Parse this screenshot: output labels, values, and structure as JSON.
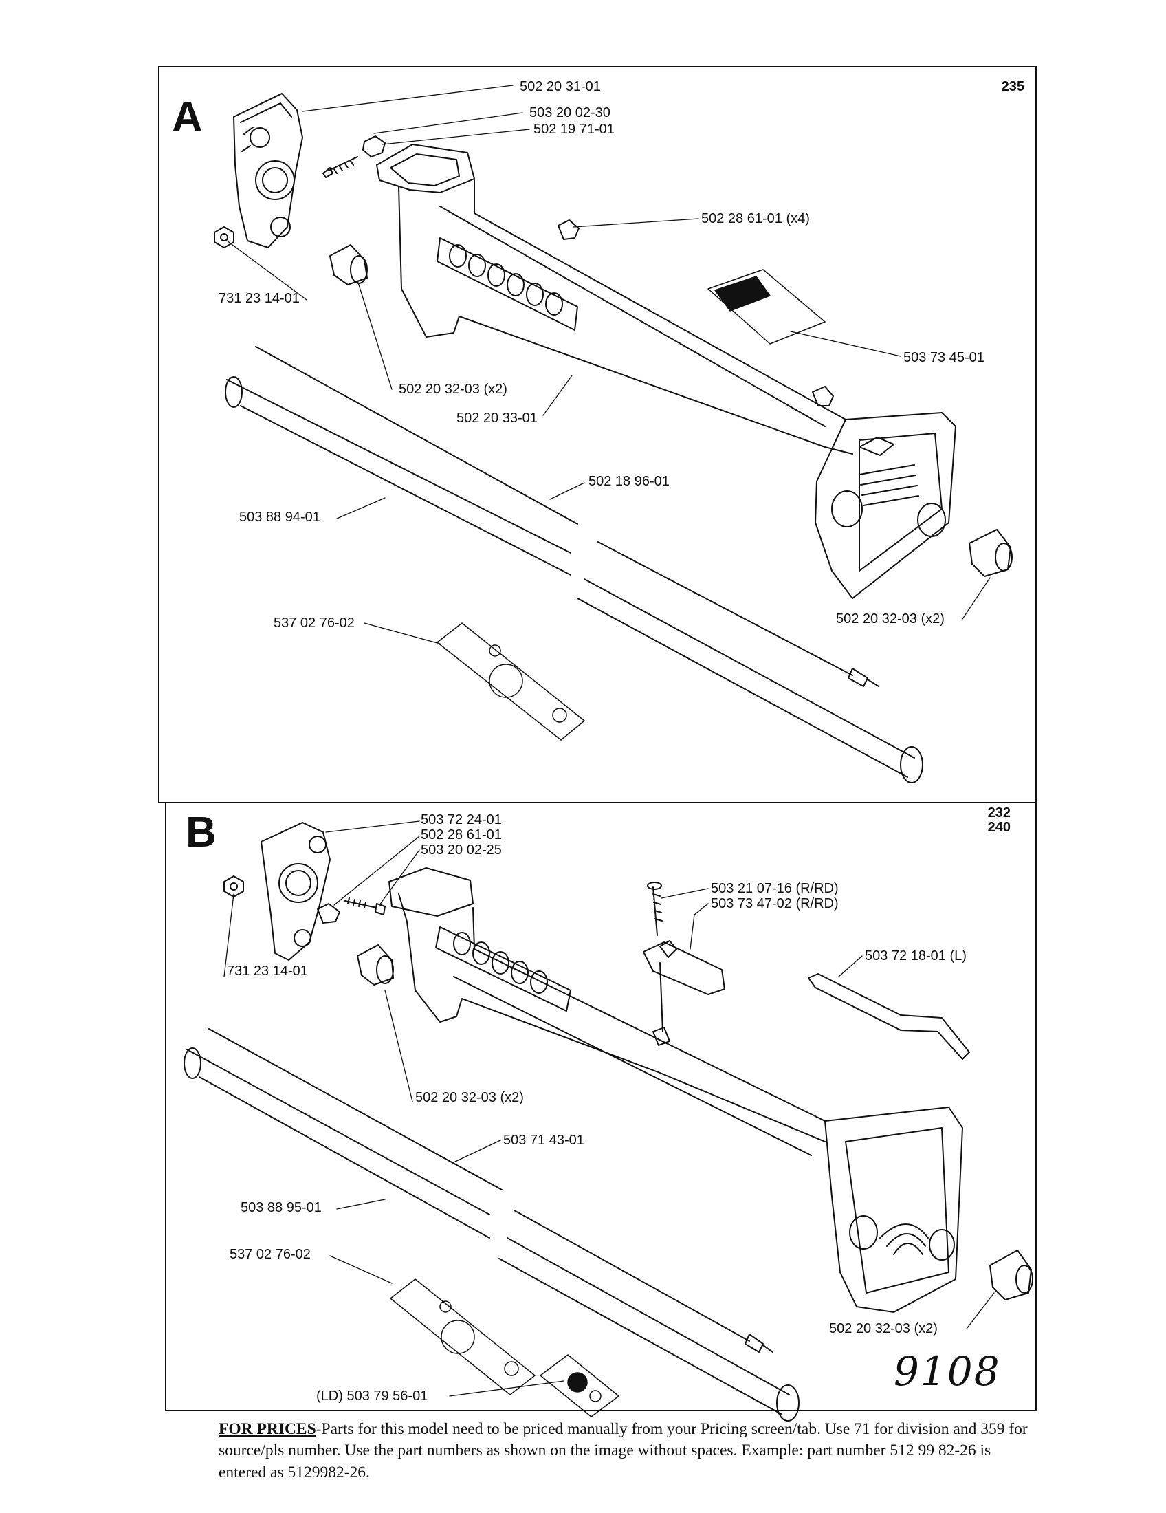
{
  "panels": [
    {
      "letter": "A",
      "models": [
        "235"
      ],
      "labels": [
        {
          "text": "502 20 31-01"
        },
        {
          "text": "503 20 02-30"
        },
        {
          "text": "502 19 71-01"
        },
        {
          "text": "502 28 61-01 (x4)"
        },
        {
          "text": "731 23 14-01"
        },
        {
          "text": "503 73 45-01"
        },
        {
          "text": "502 20 32-03 (x2)"
        },
        {
          "text": "502 20 33-01"
        },
        {
          "text": "502 18 96-01"
        },
        {
          "text": "503 88 94-01"
        },
        {
          "text": "537 02 76-02"
        },
        {
          "text": "502 20 32-03 (x2)"
        }
      ]
    },
    {
      "letter": "B",
      "models": [
        "232",
        "240"
      ],
      "labels": [
        {
          "text": "503 72 24-01"
        },
        {
          "text": "502 28 61-01"
        },
        {
          "text": "503 20 02-25"
        },
        {
          "text": "503 21 07-16 (R/RD)"
        },
        {
          "text": "503 73 47-02 (R/RD)"
        },
        {
          "text": "503 72 18-01 (L)"
        },
        {
          "text": "731 23 14-01"
        },
        {
          "text": "502 20 32-03 (x2)"
        },
        {
          "text": "503 71 43-01"
        },
        {
          "text": "503 88 95-01"
        },
        {
          "text": "537 02 76-02"
        },
        {
          "text": "502 20 32-03 (x2)"
        },
        {
          "text": "(LD) 503 79 56-01"
        }
      ]
    }
  ],
  "handwritten_note": "9108",
  "footer": {
    "lead": "FOR PRICES",
    "text": "-Parts for this model need to be priced manually from your Pricing screen/tab. Use 71 for division and 359 for source/pls number. Use the part numbers as shown on the image without spaces. Example: part number 512 99 82-26 is entered as 5129982-26."
  }
}
